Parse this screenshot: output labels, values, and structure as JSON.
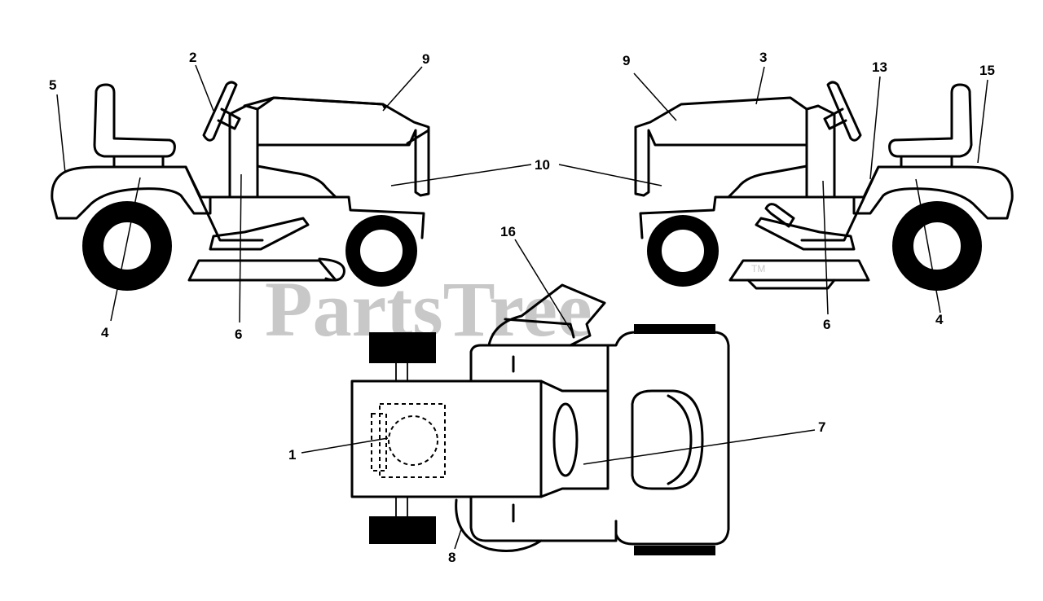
{
  "watermark": {
    "text": "PartsTree",
    "mark": "TM",
    "color": "#c8c8c8"
  },
  "callouts": {
    "c1": "1",
    "c2": "2",
    "c3": "3",
    "c4a": "4",
    "c4b": "4",
    "c5": "5",
    "c6a": "6",
    "c6b": "6",
    "c7": "7",
    "c8": "8",
    "c9a": "9",
    "c9b": "9",
    "c10": "10",
    "c13": "13",
    "c15": "15",
    "c16": "16"
  }
}
